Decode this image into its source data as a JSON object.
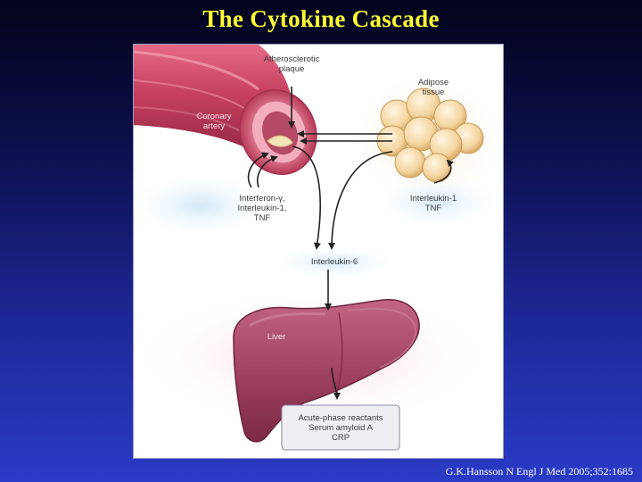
{
  "title": "The Cytokine Cascade",
  "figure": {
    "labels": {
      "plaque": "Atherosclerotic\nplaque",
      "artery": "Coronary\nartery",
      "adipose": "Adipose\ntissue",
      "artery_cytokines": "Interferon-γ,\nInterleukin-1,\nTNF",
      "adipose_cytokines": "Interleukin-1\nTNF",
      "il6": "Interleukin-6",
      "liver": "Liver",
      "reactants": "Acute-phase reactants\nSerum amyloid A\nCRP"
    }
  },
  "citation": "G.K.Hansson N Engl J Med 2005;352:1685",
  "colors": {
    "title": "#ffff33",
    "artery": "#c7405f",
    "liver": "#9c3f5f",
    "adipose": "#f5dcae",
    "arrow": "#222222",
    "label_halo": "#dceefa"
  }
}
